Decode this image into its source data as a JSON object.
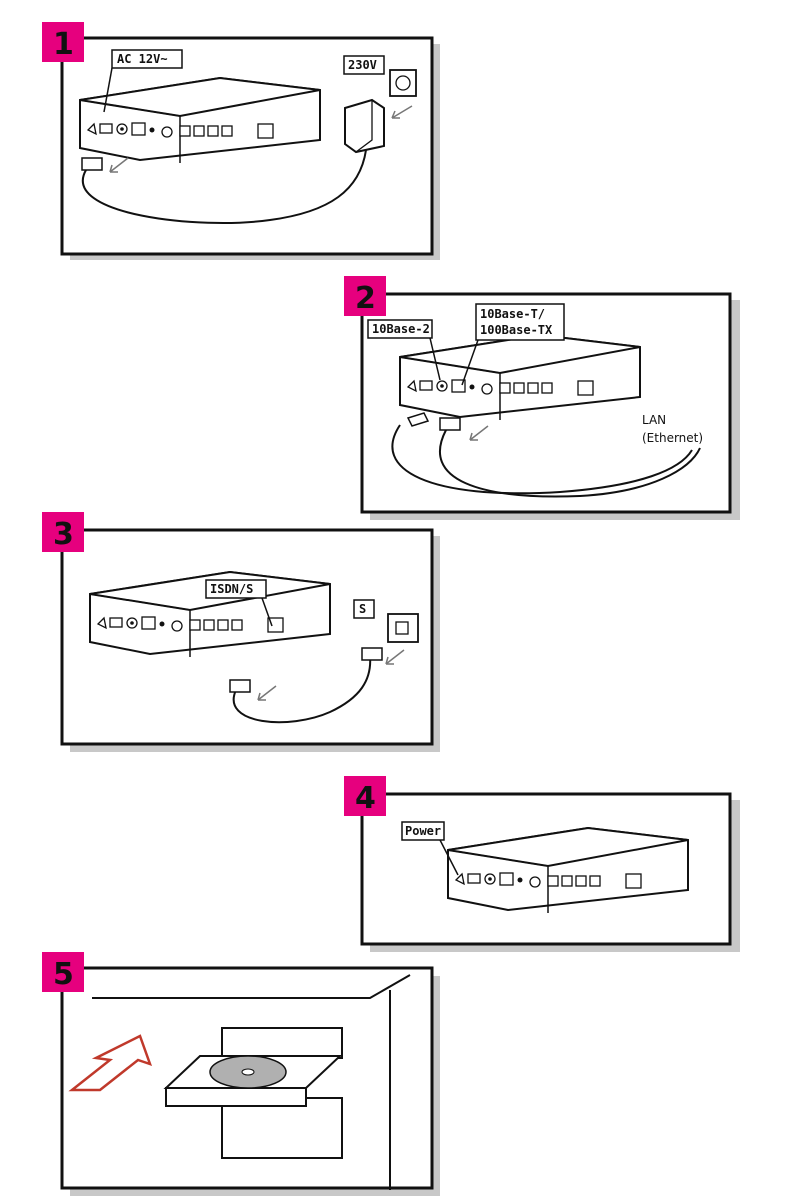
{
  "steps": [
    {
      "number": "1",
      "labels": {
        "power_adapter": "AC 12V~",
        "mains": "230V"
      }
    },
    {
      "number": "2",
      "labels": {
        "coax": "10Base-2",
        "twisted_pair_line1": "10Base-T/",
        "twisted_pair_line2": "100Base-TX",
        "lan_line1": "LAN",
        "lan_line2": "(Ethernet)"
      }
    },
    {
      "number": "3",
      "labels": {
        "isdn": "ISDN/S",
        "s_socket": "S"
      }
    },
    {
      "number": "4",
      "labels": {
        "power": "Power"
      }
    },
    {
      "number": "5",
      "labels": {}
    }
  ],
  "colors": {
    "step_badge": "#e6007e",
    "frame_shadow": "#c8c8c8",
    "arrow_red": "#c0392b",
    "disc": "#b0b0b0"
  }
}
